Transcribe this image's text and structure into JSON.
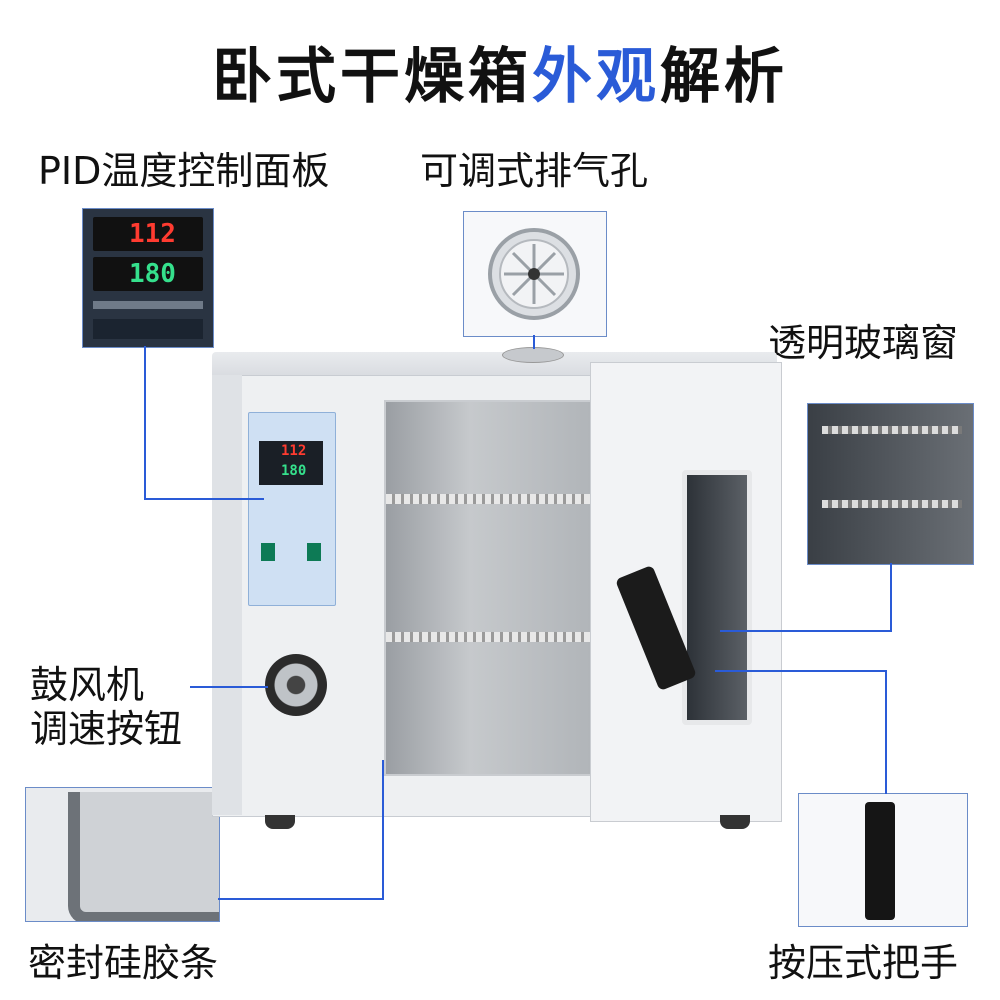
{
  "title": {
    "part1": "卧式干燥箱",
    "part2": "外观",
    "part3": "解析",
    "highlight_color": "#2a5bd7"
  },
  "labels": {
    "pid_panel": "PID温度控制面板",
    "vent": "可调式排气孔",
    "glass_window": "透明玻璃窗",
    "fan_knob_line1": "鼓风机",
    "fan_knob_line2": "调速按钮",
    "seal": "密封硅胶条",
    "handle": "按压式把手"
  },
  "controller": {
    "pv_value": "112",
    "sv_value": "180"
  },
  "leader_color": "#2a5bd7"
}
